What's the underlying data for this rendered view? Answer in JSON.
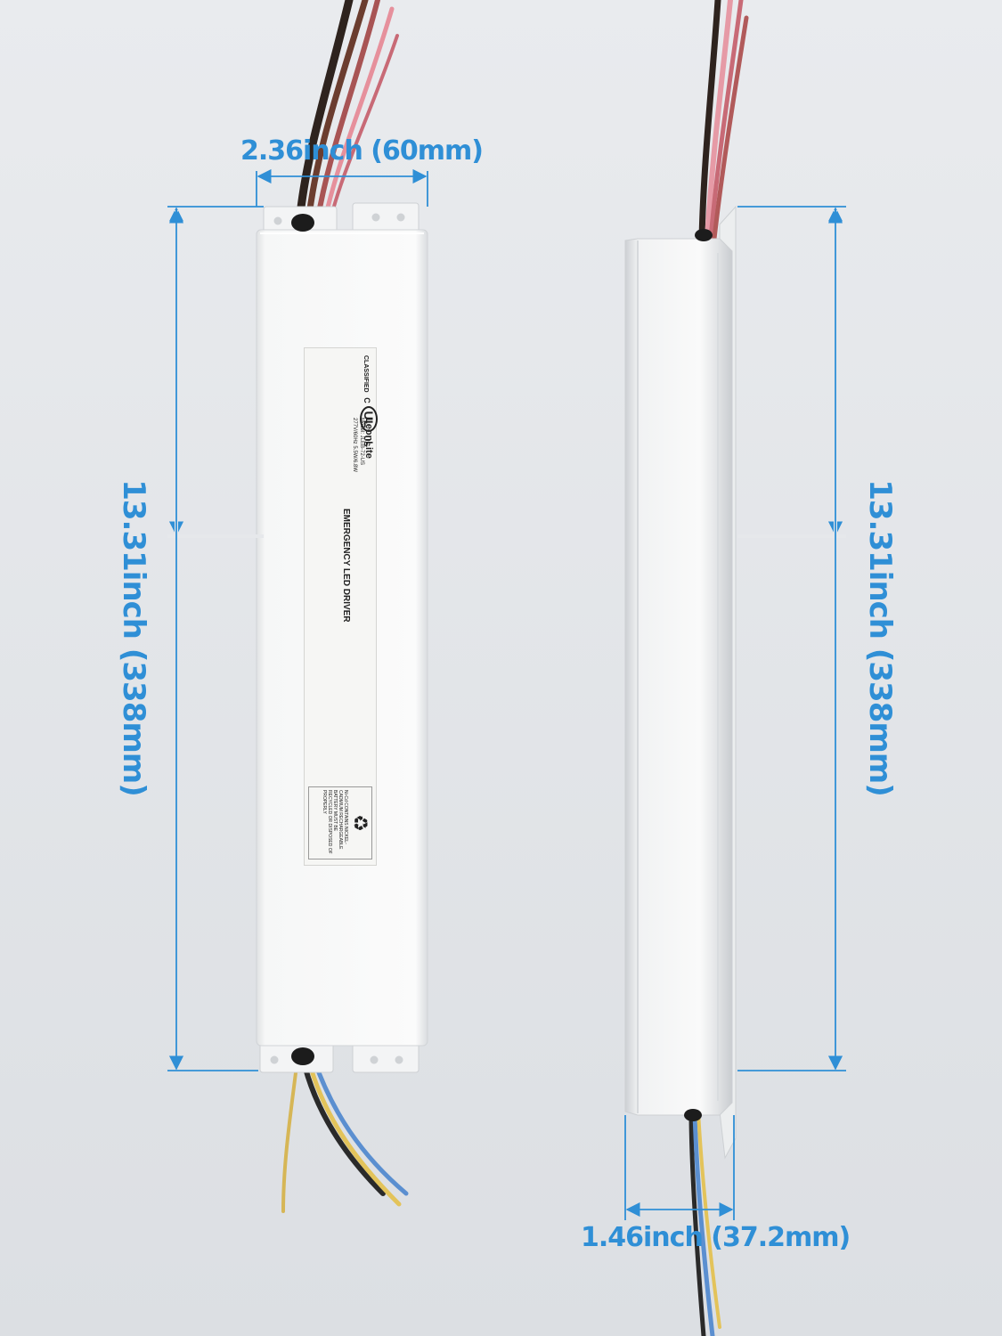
{
  "dimensions": {
    "front_width": "2.36inch (60mm)",
    "front_height": "13.31inch (338mm)",
    "side_height": "13.31inch (338mm)",
    "side_depth": "1.46inch (37.2mm)"
  },
  "label": {
    "brand": "LeonLite",
    "model": "Model: JLEB-72-US",
    "model_sub": "277V/60Hz 5.5W/6.8W",
    "title": "EMERGENCY LED DRIVER",
    "cert": "CLASSIFIED",
    "cert_mark": "UL",
    "cert_c": "C",
    "cert_us": "US",
    "recycle_text": "Ni-Cd CONTAINS NICKEL-CADMIUM RECHARGEABLE BATTERY MUST BE RECYCLED OR DISPOSED OF PROPERLY"
  },
  "colors": {
    "dimension_blue": "#2f8fd6",
    "housing_white": "#f7f8f8",
    "background": "#e6e8eb"
  }
}
